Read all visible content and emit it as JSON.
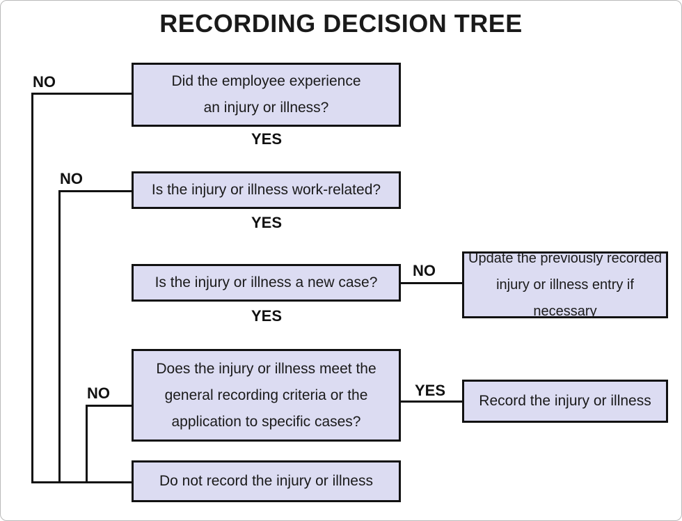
{
  "title": "RECORDING DECISION TREE",
  "nodes": {
    "q1": {
      "line1": "Did the employee experience",
      "line2": "an injury or illness?"
    },
    "q2": {
      "text": "Is the injury or illness work-related?"
    },
    "q3": {
      "text": "Is the injury or illness a new case?"
    },
    "q4": {
      "line1": "Does the injury or illness meet the",
      "line2": "general recording criteria or the",
      "line3": "application to specific cases?"
    },
    "do_not_record": {
      "text": "Do not record the injury or illness"
    },
    "update": {
      "line1": "Update the previously recorded",
      "line2": "injury or illness entry if necessary"
    },
    "record": {
      "text": "Record the injury or illness"
    }
  },
  "edge_labels": {
    "q1_no": "NO",
    "q1_yes": "YES",
    "q2_no": "NO",
    "q2_yes": "YES",
    "q3_no": "NO",
    "q3_yes": "YES",
    "q4_no": "NO",
    "q4_yes": "YES"
  },
  "colors": {
    "box_fill": "#dcdcf2",
    "stroke": "#111111",
    "text": "#1a1a1a"
  }
}
